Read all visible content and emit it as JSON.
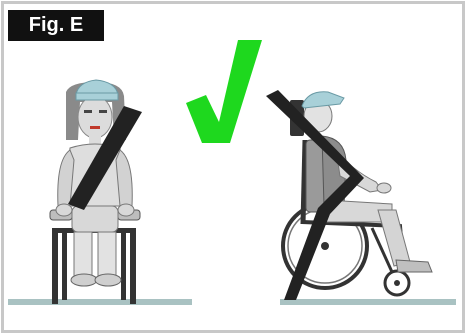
{
  "figure": {
    "label": "Fig. E",
    "label_bg": "#111111",
    "label_color": "#ffffff",
    "border_color": "#c8c8c8",
    "check_color": "#1ed81e",
    "floor_color": "#a9c2c2"
  },
  "icons": {
    "check": "checkmark-icon",
    "front_figure": "wheelchair-user-front-view",
    "side_figure": "wheelchair-user-side-view"
  }
}
